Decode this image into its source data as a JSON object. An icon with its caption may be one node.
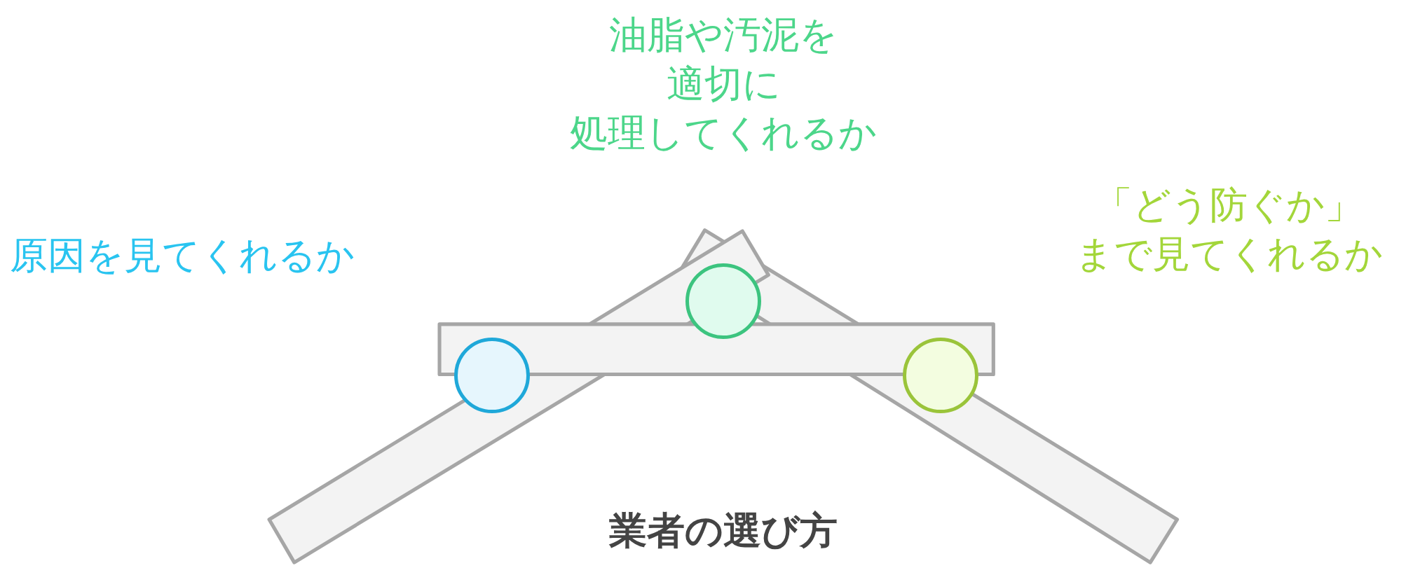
{
  "diagram": {
    "title": "業者の選び方",
    "nodes": [
      {
        "text": [],
        "shape": "circle"
      },
      {
        "text": [],
        "shape": "circle"
      },
      {
        "text": [],
        "shape": "circle"
      }
    ],
    "edges": [],
    "labels": [
      "油脂や汚泥を適切に処理してくれるか",
      "「どう防ぐか」まで見てくれるか",
      "原因を見てくれるか"
    ]
  }
}
